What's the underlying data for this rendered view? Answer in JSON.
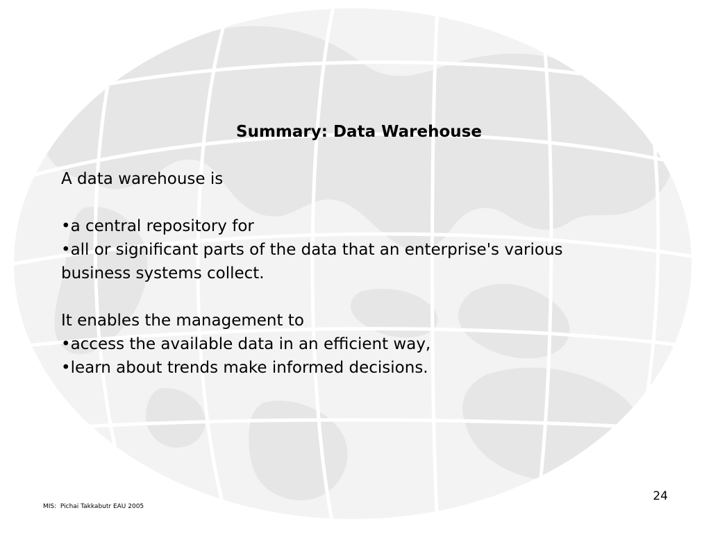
{
  "slide": {
    "title": "Summary: Data Warehouse",
    "body": {
      "intro": "A data warehouse is",
      "definition_bullets": [
        "•a central repository for",
        "•all or significant parts of the data that an enterprise's various",
        "business systems collect."
      ],
      "enables_intro": "It enables the management to",
      "enables_bullets": [
        "•access the available data in an efficient way,",
        "•learn about trends make informed decisions."
      ]
    },
    "footer": "MIS:  Pichai Takkabutr EAU 2005",
    "page_number": "24"
  },
  "colors": {
    "background": "#ffffff",
    "globe_land": "#e6e6e6",
    "globe_grid": "#ffffff",
    "text": "#000000"
  }
}
